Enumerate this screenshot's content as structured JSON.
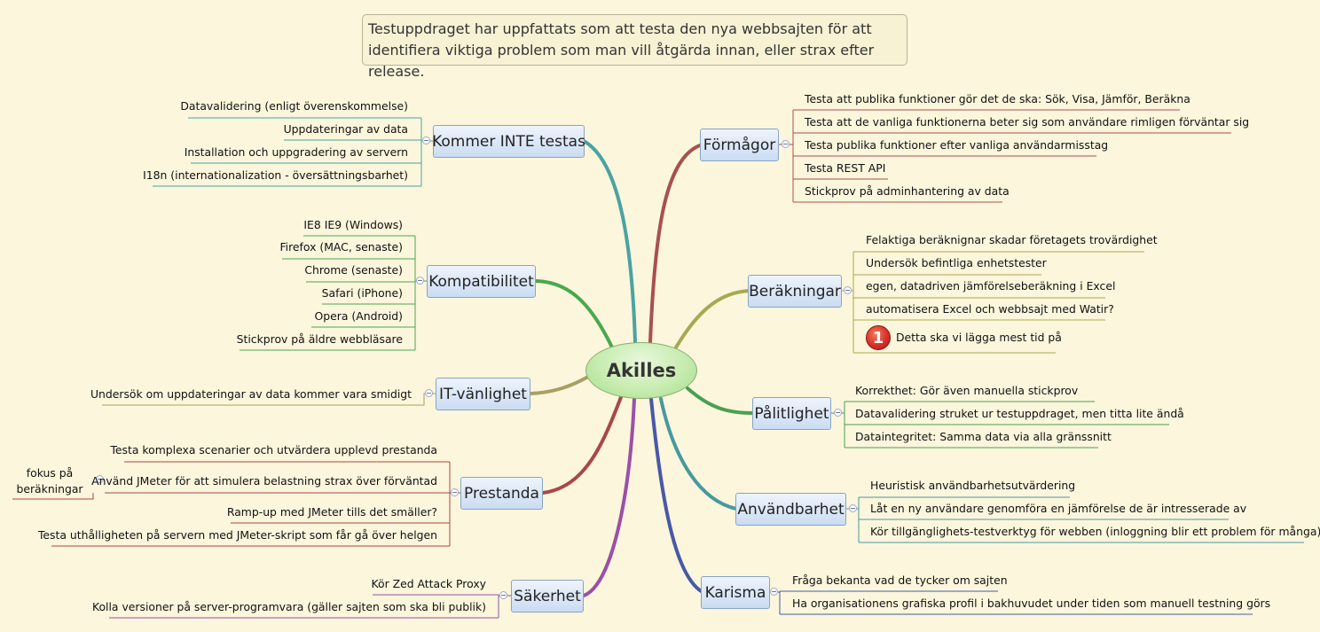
{
  "description": "Testuppdraget har uppfattats som att testa den nya webbsajten för att identifiera viktiga problem som man vill åtgärda innan, eller strax efter release.",
  "root": "Akilles",
  "colors": {
    "background": "#fbf6dc",
    "kommer_inte_testas": "#4aa3a0",
    "kompatibilitet": "#4aa84e",
    "it_vanlighet": "#a8a060",
    "prestanda": "#a84848",
    "sakerhet": "#9a50a8",
    "formagor": "#a85050",
    "berakningar": "#a8a850",
    "palitlighet": "#48a050",
    "anvandbarhet": "#4898a0",
    "karisma": "#4858a8"
  },
  "branches": {
    "kommer_inte_testas": {
      "label": "Kommer INTE testas",
      "items": [
        "Datavalidering (enligt överenskommelse)",
        "Uppdateringar av data",
        "Installation och uppgradering av servern",
        "I18n (internationalization - översättningsbarhet)"
      ]
    },
    "kompatibilitet": {
      "label": "Kompatibilitet",
      "items": [
        "IE8 IE9 (Windows)",
        "Firefox (MAC, senaste)",
        "Chrome (senaste)",
        "Safari (iPhone)",
        "Opera (Android)",
        "Stickprov på äldre webbläsare"
      ]
    },
    "it_vanlighet": {
      "label": "IT-vänlighet",
      "items": [
        "Undersök om uppdateringar av data kommer vara smidigt"
      ]
    },
    "prestanda": {
      "label": "Prestanda",
      "items": [
        "Testa komplexa scenarier och utvärdera upplevd prestanda",
        "Använd JMeter för att simulera belastning strax över förväntad",
        "Ramp-up med JMeter tills det smäller?",
        "Testa uthålligheten på servern med JMeter-skript som får gå över helgen"
      ],
      "subnote": "fokus på beräkningar"
    },
    "sakerhet": {
      "label": "Säkerhet",
      "items": [
        "Kör Zed Attack Proxy",
        "Kolla versioner på server-programvara (gäller sajten som ska bli publik)"
      ]
    },
    "formagor": {
      "label": "Förmågor",
      "items": [
        "Testa att publika funktioner gör det de ska: Sök, Visa, Jämför, Beräkna",
        "Testa att de vanliga funktionerna beter sig som användare rimligen förväntar sig",
        "Testa publika funktioner efter vanliga användarmisstag",
        "Testa REST API",
        "Stickprov på adminhantering av data"
      ]
    },
    "berakningar": {
      "label": "Beräkningar",
      "items": [
        "Felaktiga beräknignar skadar företagets trovärdighet",
        "Undersök befintliga enhetstester",
        "egen, datadriven jämförelseberäkning i Excel",
        "automatisera Excel och webbsajt med Watir?",
        "Detta ska vi lägga mest tid på"
      ],
      "priority_badge": "1",
      "priority_icon": "priority-1-icon"
    },
    "palitlighet": {
      "label": "Pålitlighet",
      "items": [
        "Korrekthet: Gör även manuella stickprov",
        "Datavalidering struket ur testuppdraget, men titta lite ändå",
        "Dataintegritet: Samma data via alla gränssnitt"
      ]
    },
    "anvandbarhet": {
      "label": "Användbarhet",
      "items": [
        "Heuristisk användbarhetsutvärdering",
        "Låt en ny användare genomföra en jämförelse de är intresserade av",
        "Kör tillgänglighets-testverktyg för webben (inloggning blir ett problem för många)"
      ]
    },
    "karisma": {
      "label": "Karisma",
      "items": [
        "Fråga bekanta vad de tycker om sajten",
        "Ha organisationens grafiska profil i bakhuvudet under tiden som manuell testning görs"
      ]
    }
  }
}
